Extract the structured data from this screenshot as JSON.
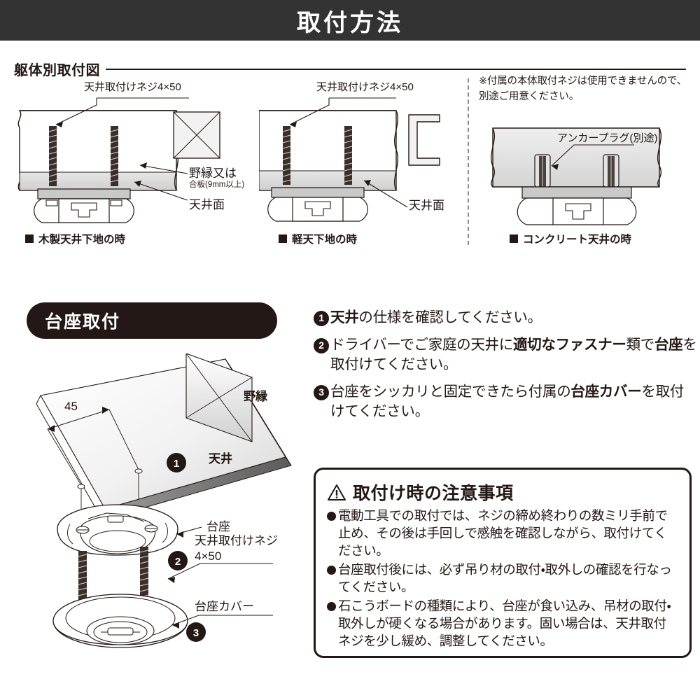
{
  "header": {
    "title": "取付方法"
  },
  "section1": {
    "label": "躯体別取付図",
    "note": "※付属の本体取付ネジは使用できませんので、別途ご用意ください。",
    "panels": [
      {
        "caption": "木製天井下地の時",
        "screw_label": "天井取付けネジ4×50",
        "material_label_main": "野縁又は",
        "material_label_sub": "合板(9mm以上)",
        "surface_label": "天井面"
      },
      {
        "caption": "軽天下地の時",
        "screw_label": "天井取付けネジ4×50",
        "surface_label": "天井面"
      },
      {
        "caption": "コンクリート天井の時",
        "anchor_label": "アンカープラグ(別途)"
      }
    ]
  },
  "section2": {
    "pill_label": "台座取付",
    "diagram_labels": {
      "dimension": "45",
      "joist": "野縁",
      "ceiling": "天井",
      "base": "台座",
      "screw_line1": "天井取付けネジ",
      "screw_line2": "4×50",
      "base_cover": "台座カバー",
      "marker1": "1",
      "marker2": "2",
      "marker3": "3"
    },
    "steps": [
      {
        "num": "1",
        "parts": [
          {
            "t": "天井",
            "b": true
          },
          {
            "t": "の仕様を確認してください。",
            "b": false
          }
        ]
      },
      {
        "num": "2",
        "parts": [
          {
            "t": "ドライバーでご家庭の天井に",
            "b": false
          },
          {
            "t": "適切な",
            "b": true
          },
          {
            "t": "ファスナー",
            "b": true
          },
          {
            "t": "類で",
            "b": false
          },
          {
            "t": "台座",
            "b": true
          },
          {
            "t": "を取付けてください。",
            "b": false
          }
        ]
      },
      {
        "num": "3",
        "parts": [
          {
            "t": "台座をシッカリと固定できたら付属の",
            "b": false
          },
          {
            "t": "台座カバー",
            "b": true
          },
          {
            "t": "を取付けてください。",
            "b": false
          }
        ]
      }
    ]
  },
  "warning": {
    "icon": "warning-triangle-icon",
    "title": "取付け時の注意事項",
    "items": [
      "電動工具での取付では、ネジの締め終わりの数ミリ手前で止め、その後は手回しで感触を確認しながら、取付けてください。",
      "台座取付後には、必ず吊り材の取付・取外しの確認を行なってください。",
      "石こうボードの種類により、台座が食い込み、吊材の取付・取外しが硬くなる場合があります。固い場合は、天井取付ネジを少し緩め、調整してください。"
    ]
  },
  "colors": {
    "header_bg": "#333333",
    "ink": "#231815",
    "ceiling_band": "#d9d9d9",
    "screw_dark": "#3a2f2b",
    "divider": "#8c8c8c"
  }
}
